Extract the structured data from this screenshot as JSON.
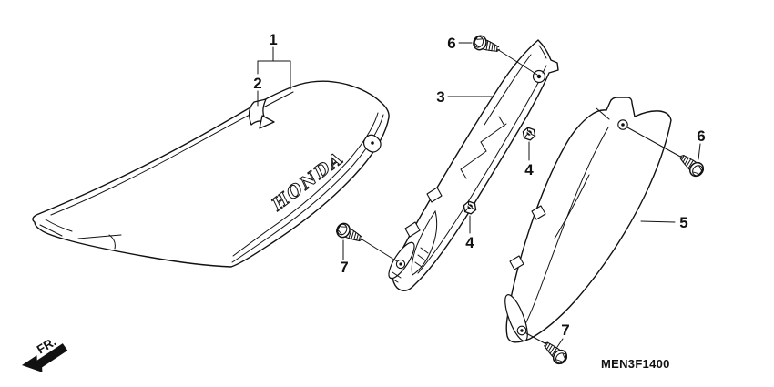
{
  "diagram": {
    "part_code": "MEN3F1400",
    "front_label": "FR.",
    "seat_logo": "HONDA",
    "callouts": {
      "seat": "1",
      "seat_strap": "2",
      "inner_panel": "3",
      "nut_upper": "4",
      "nut_lower": "4",
      "side_cover": "5",
      "bolt_upper": "6",
      "bolt_right": "6",
      "bolt_front": "7",
      "bolt_rear": "7"
    }
  }
}
